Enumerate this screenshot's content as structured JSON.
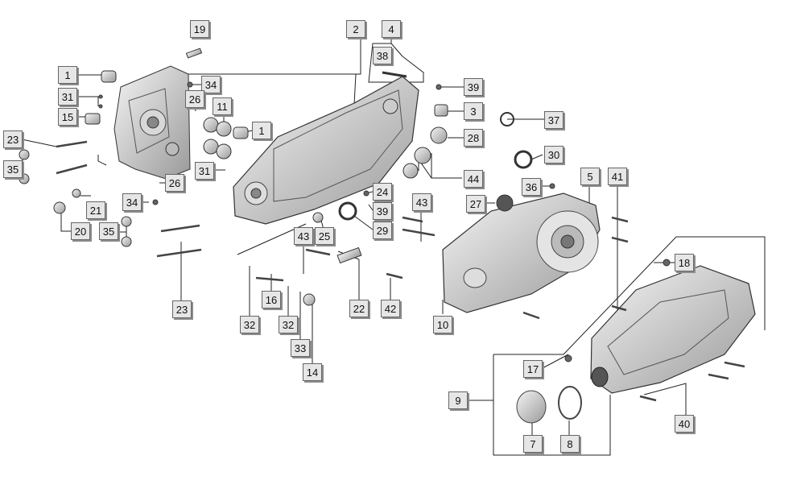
{
  "callouts": {
    "c19": "19",
    "c2": "2",
    "c4": "4",
    "c38": "38",
    "c1a": "1",
    "c34a": "34",
    "c26a": "26",
    "c31a": "31",
    "c11": "11",
    "c1b": "1",
    "c15": "15",
    "c23a": "23",
    "c35a": "35",
    "c26b": "26",
    "c31b": "31",
    "c21": "21",
    "c34b": "34",
    "c20": "20",
    "c35b": "35",
    "c23b": "23",
    "c39a": "39",
    "c3": "3",
    "c37": "37",
    "c28": "28",
    "c30": "30",
    "c44": "44",
    "c36": "36",
    "c5": "5",
    "c41": "41",
    "c24": "24",
    "c39b": "39",
    "c27": "27",
    "c43a": "43",
    "c43b": "43",
    "c25": "25",
    "c29": "29",
    "c18": "18",
    "c22": "22",
    "c42": "42",
    "c32a": "32",
    "c16": "16",
    "c32b": "32",
    "c33": "33",
    "c14": "14",
    "c10": "10",
    "c17": "17",
    "c9": "9",
    "c40": "40",
    "c7": "7",
    "c8": "8"
  }
}
